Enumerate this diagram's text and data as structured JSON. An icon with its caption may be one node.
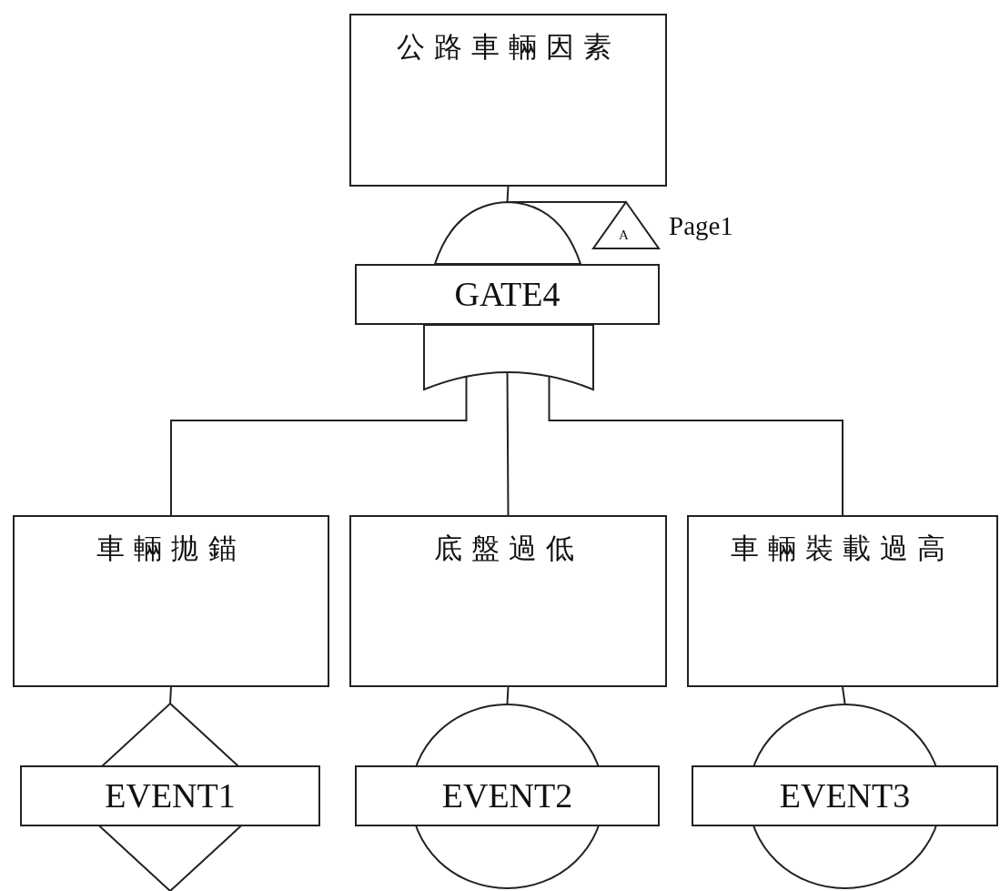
{
  "diagram": {
    "nodes": [
      {
        "text": [
          "公路車輛因素"
        ]
      },
      {
        "text": [
          "GATE4"
        ]
      },
      {
        "text": [
          "A"
        ],
        "beside": [
          "Page1"
        ]
      },
      {
        "text": [
          "車輛拋錨"
        ]
      },
      {
        "text": [
          "底盤過低"
        ]
      },
      {
        "text": [
          "車輛裝載過高"
        ]
      },
      {
        "text": [
          "EVENT1"
        ]
      },
      {
        "text": [
          "EVENT2"
        ]
      },
      {
        "text": [
          "EVENT3"
        ]
      }
    ],
    "edges": [
      {
        "from": 0,
        "to": 1,
        "arrow": "none"
      },
      {
        "from": 1,
        "to": 2,
        "arrow": "none"
      },
      {
        "from": 1,
        "to": 3,
        "arrow": "none"
      },
      {
        "from": 1,
        "to": 4,
        "arrow": "none"
      },
      {
        "from": 1,
        "to": 5,
        "arrow": "none"
      },
      {
        "from": 3,
        "to": 6,
        "arrow": "none"
      },
      {
        "from": 4,
        "to": 7,
        "arrow": "none"
      },
      {
        "from": 5,
        "to": 8,
        "arrow": "none"
      }
    ]
  }
}
